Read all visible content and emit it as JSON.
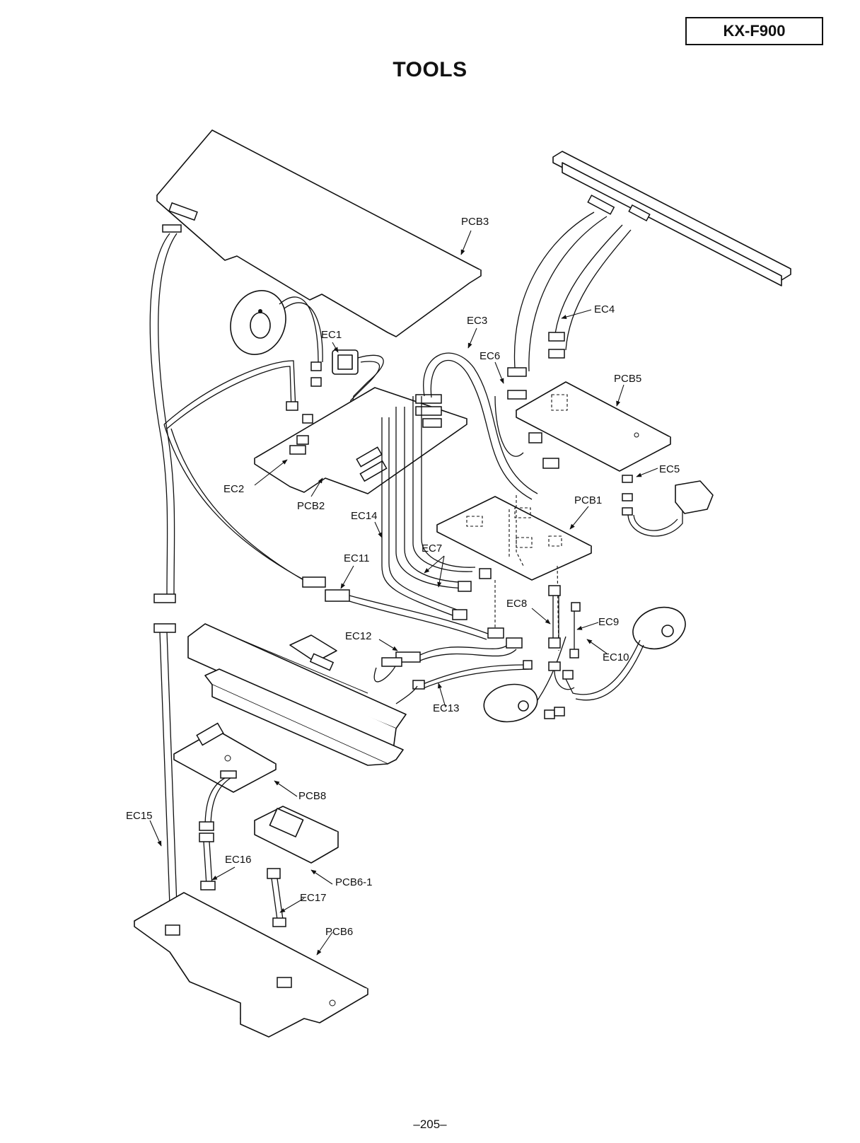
{
  "header": {
    "model": "KX-F900",
    "title": "TOOLS"
  },
  "footer": {
    "page": "–205–"
  },
  "labels": {
    "pcb3": "PCB3",
    "pcb5": "PCB5",
    "pcb2": "PCB2",
    "pcb1": "PCB1",
    "pcb8": "PCB8",
    "pcb6_1": "PCB6-1",
    "pcb6": "PCB6",
    "ec1": "EC1",
    "ec2": "EC2",
    "ec3": "EC3",
    "ec4": "EC4",
    "ec5": "EC5",
    "ec6": "EC6",
    "ec7": "EC7",
    "ec8": "EC8",
    "ec9": "EC9",
    "ec10": "EC10",
    "ec11": "EC11",
    "ec12": "EC12",
    "ec13": "EC13",
    "ec14": "EC14",
    "ec15": "EC15",
    "ec16": "EC16",
    "ec17": "EC17"
  }
}
